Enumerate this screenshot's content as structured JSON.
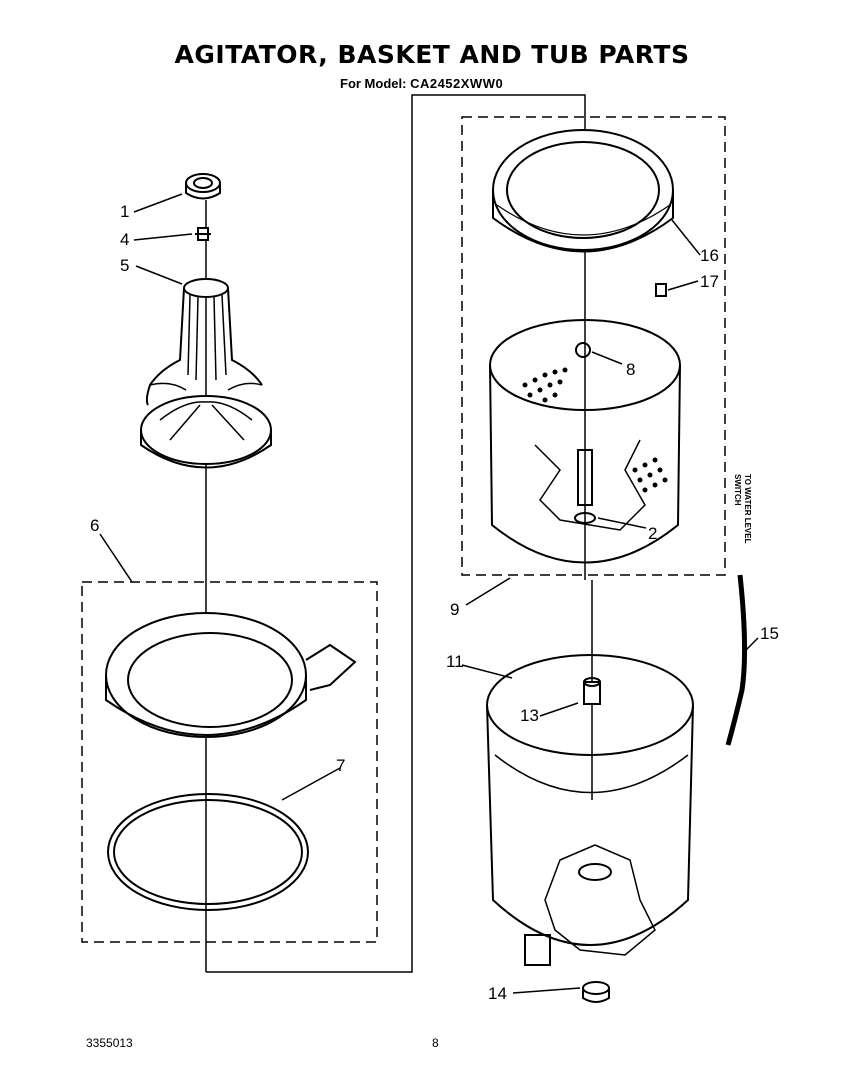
{
  "header": {
    "title": "AGITATOR, BASKET AND TUB PARTS",
    "model_label": "For Model:",
    "model_number": "CA2452XWW0"
  },
  "callouts": [
    {
      "key": "part-1",
      "label": "1"
    },
    {
      "key": "part-4",
      "label": "4"
    },
    {
      "key": "part-5",
      "label": "5"
    },
    {
      "key": "part-6",
      "label": "6"
    },
    {
      "key": "part-7",
      "label": "7"
    },
    {
      "key": "part-16",
      "label": "16"
    },
    {
      "key": "part-17",
      "label": "17"
    },
    {
      "key": "part-8",
      "label": "8"
    },
    {
      "key": "part-2",
      "label": "2"
    },
    {
      "key": "part-9",
      "label": "9"
    },
    {
      "key": "part-11",
      "label": "11"
    },
    {
      "key": "part-13",
      "label": "13"
    },
    {
      "key": "part-15",
      "label": "15"
    },
    {
      "key": "part-14",
      "label": "14"
    }
  ],
  "side_note": {
    "line1": "TO WATER LEVEL",
    "line2": "SWITCH"
  },
  "footer": {
    "doc_number": "3355013",
    "page_number": "8"
  }
}
